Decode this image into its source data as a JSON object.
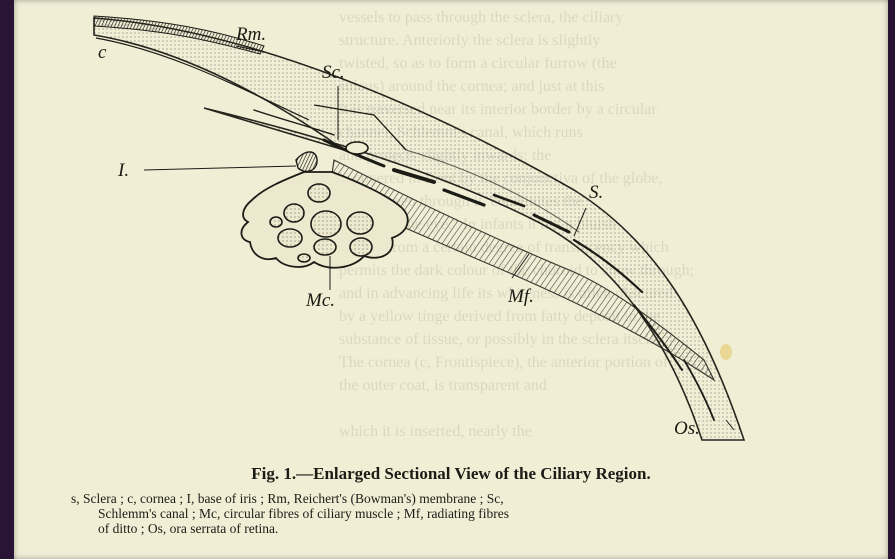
{
  "background_text_lines": [
    "vessels to pass through the sclera, the ciliary",
    "structure. Anteriorly the sclera is slightly",
    "twisted, so as to form a circular furrow (the",
    "sulcus) around the cornea; and just at this",
    "it is traversed near its interior border by a circular",
    "channel, Schlemm's canal, which runs",
    "and projects slightly inwards; the",
    "is covered in front by the conjunctiva of the globe,",
    "and, as seen through it, constitutes the",
    "\"white of the eye.\" In infants it has a bluish",
    "aspect, from a certain degree of translucency which",
    "permits the dark colour of the choroid to show through;",
    "and in advancing life its whiteness is often obscured",
    "by a yellow tinge derived from fatty deposit in the",
    "substance of tissue, or possibly in the sclera itself.",
    "The cornea (c, Frontispiece), the anterior portion of",
    "the outer coat, is transparent and",
    "",
    "which it is inserted, nearly the"
  ],
  "figure": {
    "labels": {
      "rm": "Rm.",
      "c": "c",
      "sc": "Sc.",
      "i": "I.",
      "s": "S.",
      "mc": "Mc.",
      "mf": "Mf.",
      "os": "Os."
    },
    "colors": {
      "paper": "#f1eed6",
      "ink": "#1c1c16",
      "frame": "#2a1436"
    }
  },
  "caption": {
    "title": "Fig. 1.—Enlarged Sectional View of the Ciliary Region.",
    "legend_line1": "s, Sclera ; c, cornea ; I, base of iris ; Rm, Reichert's (Bowman's) membrane ; Sc,",
    "legend_line2": "Schlemm's canal ; Mc, circular fibres of ciliary muscle ; Mf, radiating fibres",
    "legend_line3": "of ditto ; Os, ora serrata of retina."
  }
}
